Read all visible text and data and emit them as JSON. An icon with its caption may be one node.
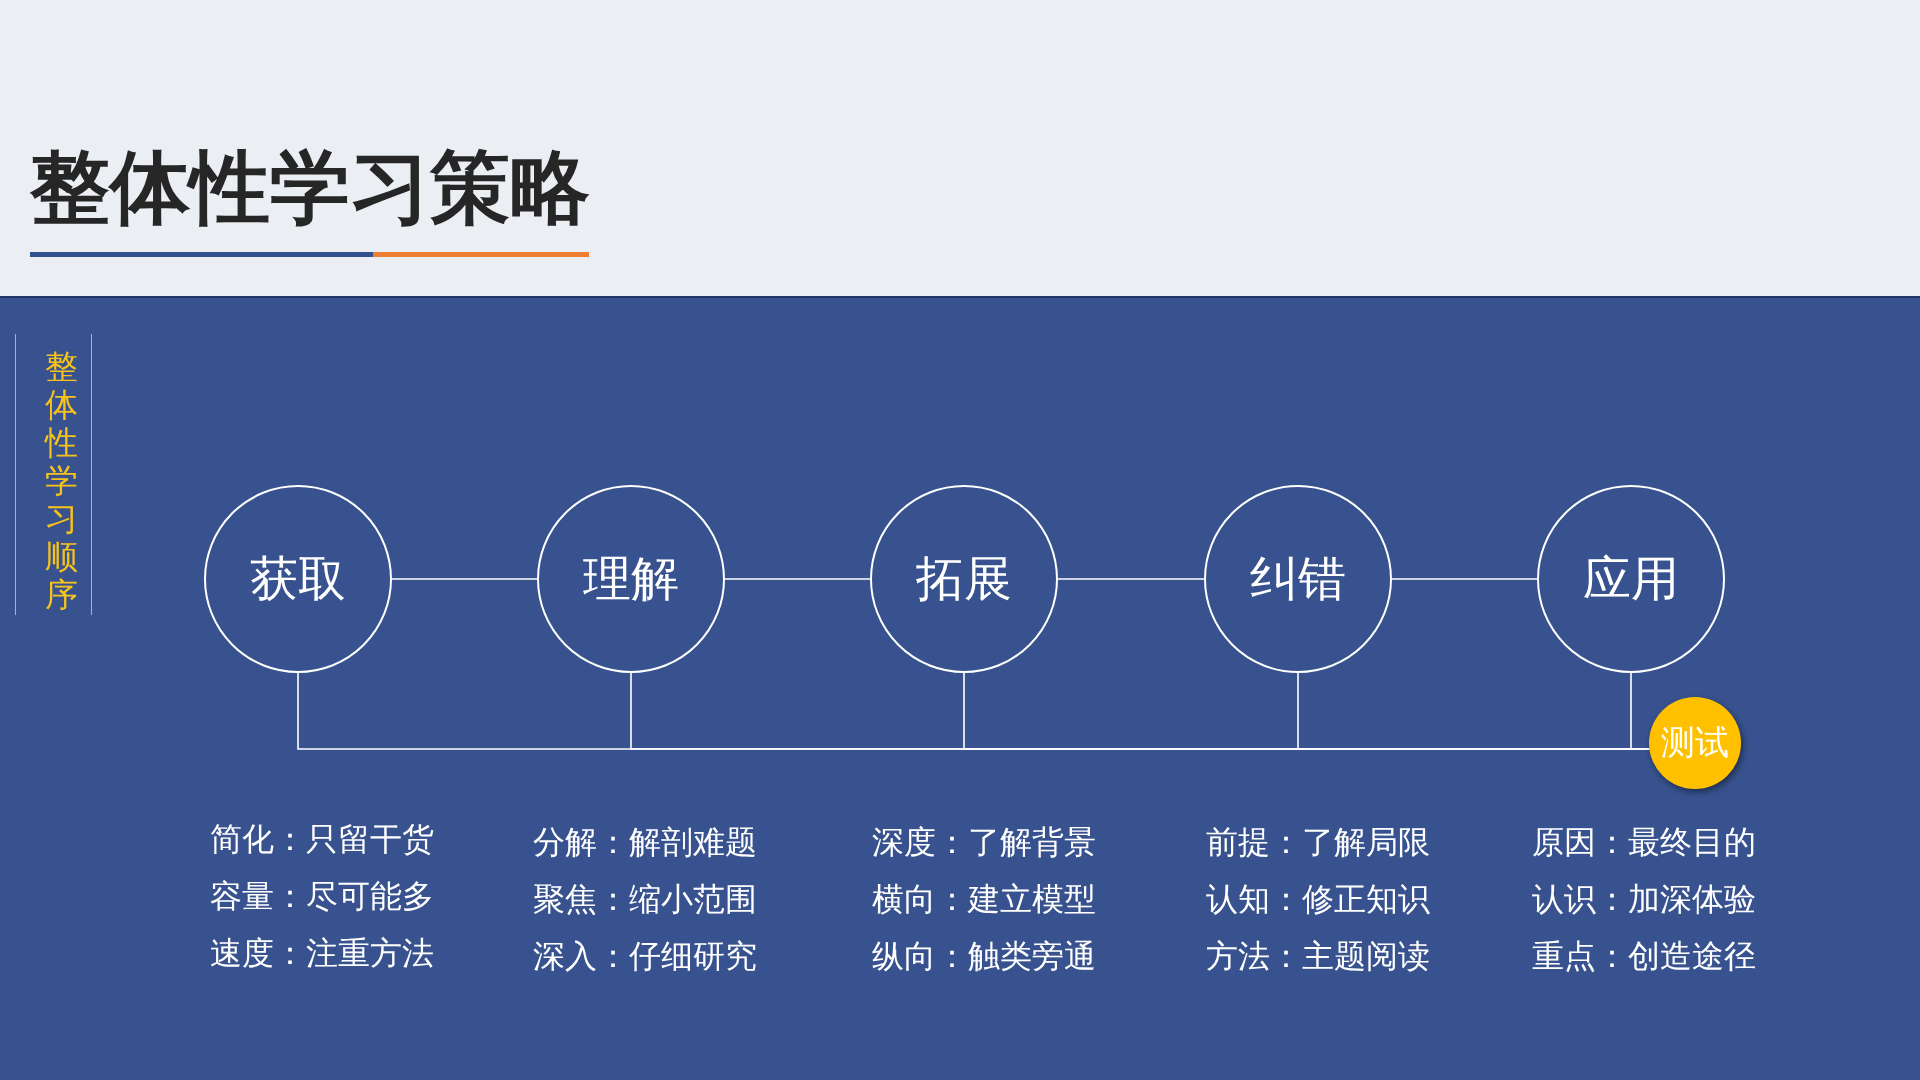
{
  "diagram": {
    "title": "整体性学习策略",
    "nodes": [
      {
        "text": [
          "获取"
        ],
        "beside": [
          "简化：只留干货",
          "容量：尽可能多",
          "速度：注重方法"
        ]
      },
      {
        "text": [
          "理解"
        ],
        "beside": [
          "分解：解剖难题",
          "聚焦：缩小范围",
          "深入：仔细研究"
        ]
      },
      {
        "text": [
          "拓展"
        ],
        "beside": [
          "深度：了解背景",
          "横向：建立模型",
          "纵向：触类旁通"
        ]
      },
      {
        "text": [
          "纠错"
        ],
        "beside": [
          "前提：了解局限",
          "认知：修正知识",
          "方法：主题阅读"
        ]
      },
      {
        "text": [
          "应用"
        ],
        "beside": [
          "原因：最终目的",
          "认识：加深体验",
          "重点：创造途径"
        ]
      },
      {
        "text": [
          "测试"
        ]
      }
    ],
    "edges": [
      {
        "from": 0,
        "to": 1,
        "arrow": "none"
      },
      {
        "from": 1,
        "to": 2,
        "arrow": "none"
      },
      {
        "from": 2,
        "to": 3,
        "arrow": "none"
      },
      {
        "from": 3,
        "to": 4,
        "arrow": "none"
      },
      {
        "from": 0,
        "to": 5,
        "arrow": "none"
      },
      {
        "from": 1,
        "to": 5,
        "arrow": "none"
      },
      {
        "from": 2,
        "to": 5,
        "arrow": "none"
      },
      {
        "from": 3,
        "to": 5,
        "arrow": "none"
      },
      {
        "from": 4,
        "to": 5,
        "arrow": "none"
      }
    ],
    "labels": [
      "整体性学习顺序"
    ]
  }
}
